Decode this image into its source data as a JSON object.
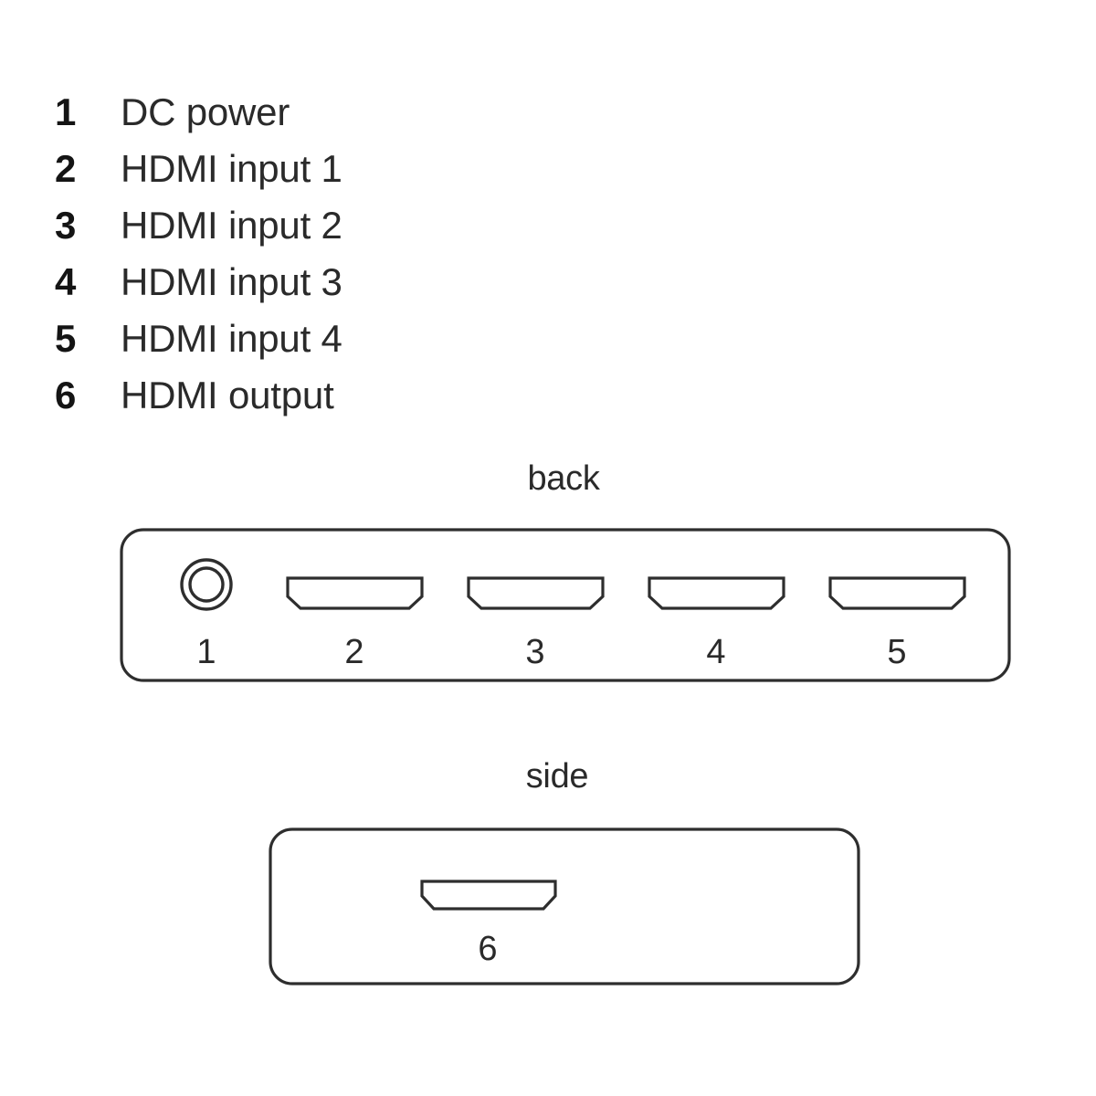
{
  "legend": {
    "items": [
      {
        "number": "1",
        "label": "DC power"
      },
      {
        "number": "2",
        "label": "HDMI input 1"
      },
      {
        "number": "3",
        "label": "HDMI input 2"
      },
      {
        "number": "4",
        "label": "HDMI input 3"
      },
      {
        "number": "5",
        "label": "HDMI input 4"
      },
      {
        "number": "6",
        "label": "HDMI output"
      }
    ]
  },
  "views": {
    "back": {
      "caption": "back",
      "port_numbers": [
        "1",
        "2",
        "3",
        "4",
        "5"
      ]
    },
    "side": {
      "caption": "side",
      "port_numbers": [
        "6"
      ]
    }
  },
  "colors": {
    "background": "#ffffff",
    "stroke": "#2e2e2e",
    "text": "#2a2a2a",
    "number_bold": "#141414"
  }
}
